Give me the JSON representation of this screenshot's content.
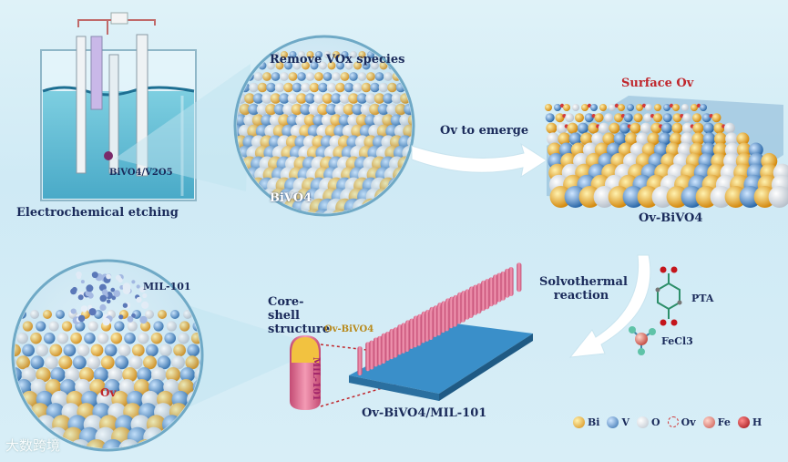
{
  "labels": {
    "electrochemical_etching": "Electrochemical etching",
    "bivo4_v2o5": "BiVO4/V2O5",
    "remove_vo": "Remove VOx species",
    "bivo4": "BiVO4",
    "ov_emerge": "Ov to emerge",
    "surface_ov": "Surface Ov",
    "ov_bivo4": "Ov-BiVO4",
    "solvothermal": "Solvothermal reaction",
    "pta": "PTA",
    "fecl3": "FeCl3",
    "mil101": "MIL-101",
    "ov": "Ov",
    "core_shell": "Core-shell structure",
    "cs_ovbivo4": "Ov-BiVO4",
    "cs_mil101": "MIL-101",
    "composite": "Ov-BiVO4/MIL-101"
  },
  "legend": [
    {
      "label": "Bi",
      "color": "#e9a31f"
    },
    {
      "label": "V",
      "color": "#4a86c8"
    },
    {
      "label": "O",
      "color": "#f2f2f2"
    },
    {
      "label": "Ov",
      "color": "#d23a3a"
    },
    {
      "label": "Fe",
      "color": "#e0786a"
    },
    {
      "label": "H",
      "color": "#c4151c"
    }
  ],
  "watermark": "大数跨境",
  "colors": {
    "bi": "#e9a31f",
    "v": "#4a86c8",
    "o": "#f2f2f2",
    "fe": "#e0786a",
    "rod": "#e56b8f",
    "base": "#3a8fc9"
  }
}
